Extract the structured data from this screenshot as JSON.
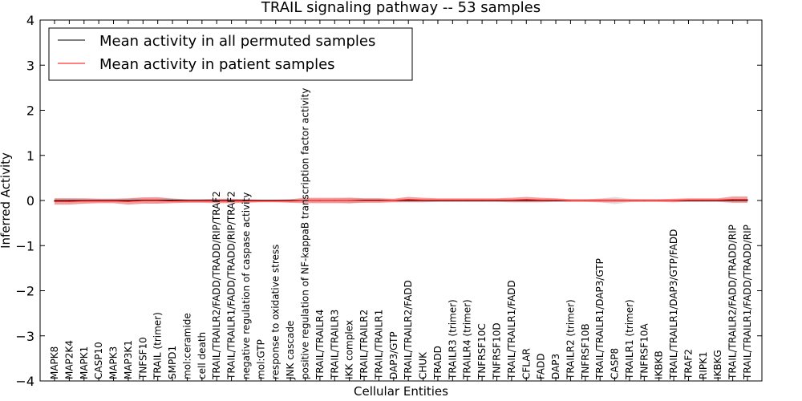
{
  "chart_data": {
    "type": "line",
    "title": "TRAIL signaling pathway -- 53 samples",
    "xlabel": "Cellular Entities",
    "ylabel": "Inferred Activity",
    "ylim": [
      -4,
      4
    ],
    "yticks": [
      "4",
      "3",
      "2",
      "1",
      "0",
      "−1",
      "−2",
      "−3",
      "−4"
    ],
    "grid": false,
    "legend_position": "top-left",
    "categories": [
      "MAPK8",
      "MAP2K4",
      "MAPK1",
      "CASP10",
      "MAPK3",
      "MAP3K1",
      "TNFSF10",
      "TRAIL (trimer)",
      "SMPD1",
      "mol:ceramide",
      "cell death",
      "TRAIL/TRAILR2/FADD/TRADD/RIP/TRAF2",
      "TRAIL/TRAILR1/FADD/TRADD/RIP/TRAF2",
      "negative regulation of caspase activity",
      "mol:GTP",
      "response to oxidative stress",
      "JNK cascade",
      "positive regulation of NF-kappaB transcription factor activity",
      "TRAIL/TRAILR4",
      "TRAIL/TRAILR3",
      "IKK complex",
      "TRAIL/TRAILR2",
      "TRAIL/TRAILR1",
      "DAP3/GTP",
      "TRAIL/TRAILR2/FADD",
      "CHUK",
      "TRADD",
      "TRAILR3 (trimer)",
      "TRAILR4 (trimer)",
      "TNFRSF10C",
      "TNFRSF10D",
      "TRAIL/TRAILR1/FADD",
      "CFLAR",
      "FADD",
      "DAP3",
      "TRAILR2 (trimer)",
      "TNFRSF10B",
      "TRAIL/TRAILR1/DAP3/GTP",
      "CASP8",
      "TRAILR1 (trimer)",
      "TNFRSF10A",
      "IKBKB",
      "TRAIL/TRAILR1/DAP3/GTP/FADD",
      "TRAF2",
      "RIPK1",
      "IKBKG",
      "TRAIL/TRAILR2/FADD/TRADD/RIP",
      "TRAIL/TRAILR1/FADD/TRADD/RIP"
    ],
    "series": [
      {
        "name": "Mean activity in all permuted samples",
        "color": "#000000",
        "band_color": "#c8c8c8",
        "values": [
          0,
          0,
          0,
          0,
          0,
          0,
          0.01,
          0.01,
          0.01,
          0,
          0,
          0,
          0,
          0,
          0,
          0,
          0,
          0,
          0,
          0,
          0,
          0.01,
          0.01,
          0,
          0,
          0,
          0,
          0,
          0,
          0,
          0,
          0,
          0,
          0,
          0,
          0,
          0,
          0,
          0,
          0,
          0,
          0,
          0,
          0,
          0,
          0,
          0,
          0
        ],
        "spread": [
          0.05,
          0.05,
          0.04,
          0.04,
          0.04,
          0.04,
          0.06,
          0.07,
          0.04,
          0.03,
          0.03,
          0.03,
          0.03,
          0.02,
          0.02,
          0.02,
          0.02,
          0.03,
          0.04,
          0.04,
          0.07,
          0.04,
          0.04,
          0.03,
          0.03,
          0.03,
          0.03,
          0.03,
          0.03,
          0.03,
          0.03,
          0.03,
          0.03,
          0.03,
          0.03,
          0.03,
          0.03,
          0.04,
          0.08,
          0.04,
          0.03,
          0.03,
          0.03,
          0.03,
          0.03,
          0.03,
          0.04,
          0.04
        ]
      },
      {
        "name": "Mean activity in patient samples",
        "color": "#ff0000",
        "band_color": "#f28080",
        "values": [
          -0.02,
          -0.02,
          -0.01,
          -0.01,
          -0.01,
          -0.02,
          0,
          0,
          -0.01,
          -0.01,
          -0.01,
          -0.01,
          -0.01,
          -0.01,
          -0.01,
          -0.01,
          -0.01,
          0,
          0,
          0,
          0,
          0,
          0,
          0,
          0.02,
          0.01,
          0.01,
          0.01,
          0.01,
          0.01,
          0.01,
          0.01,
          0.02,
          0.01,
          0.01,
          0,
          0,
          0,
          0,
          0,
          0,
          0,
          0,
          0.01,
          0.01,
          0.01,
          0.02,
          0.02
        ],
        "spread": [
          0.07,
          0.07,
          0.06,
          0.05,
          0.05,
          0.07,
          0.07,
          0.07,
          0.05,
          0.04,
          0.04,
          0.05,
          0.05,
          0.04,
          0.03,
          0.03,
          0.04,
          0.06,
          0.06,
          0.06,
          0.06,
          0.05,
          0.05,
          0.04,
          0.06,
          0.05,
          0.04,
          0.04,
          0.04,
          0.04,
          0.04,
          0.05,
          0.06,
          0.05,
          0.04,
          0.03,
          0.03,
          0.04,
          0.04,
          0.03,
          0.03,
          0.03,
          0.04,
          0.04,
          0.04,
          0.04,
          0.07,
          0.07
        ]
      }
    ]
  }
}
